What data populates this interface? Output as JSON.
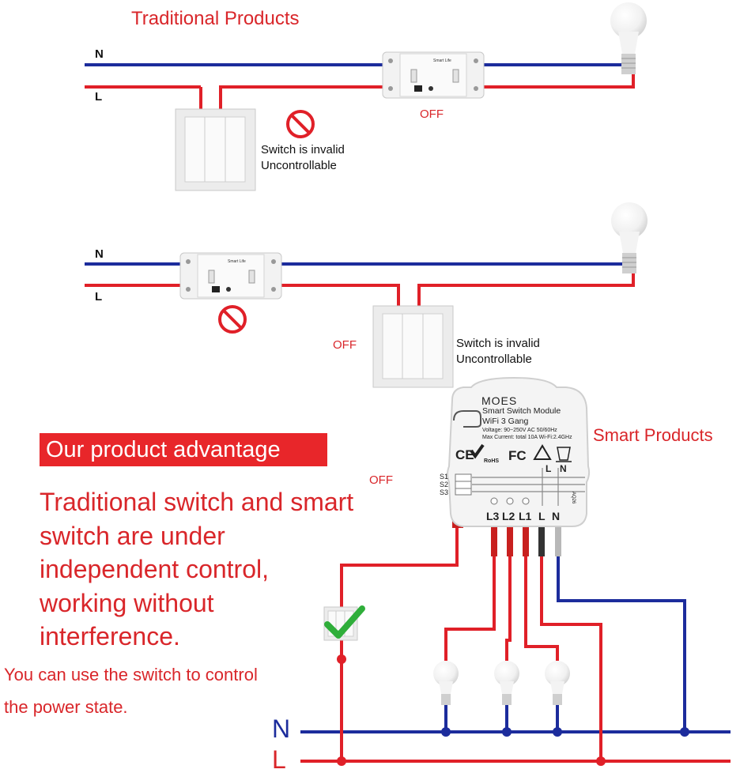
{
  "colors": {
    "neutral": "#1c2c9c",
    "live": "#e02028",
    "accent": "#d9262a",
    "banner": "#e8262a",
    "check": "#2fae3a"
  },
  "traditional": {
    "title": "Traditional Products",
    "diagram1": {
      "n_label": "N",
      "l_label": "L",
      "off_label": "OFF",
      "note_line1": "Switch is invalid",
      "note_line2": "Uncontrollable",
      "relay_brand": "Smart Life"
    },
    "diagram2": {
      "n_label": "N",
      "l_label": "L",
      "off_label": "OFF",
      "note_line1": "Switch is invalid",
      "note_line2": "Uncontrollable",
      "relay_brand": "Smart Life"
    }
  },
  "smart": {
    "title": "Smart Products",
    "off_label": "OFF",
    "module": {
      "brand": "MOES",
      "name_line1": "Smart Switch Module",
      "name_line2": "WiFi 3 Gang",
      "voltage": "Voltage: 90~250V AC 50/60Hz",
      "current": "Max Current: total 10A Wi-Fi:2.4GHz",
      "certs": [
        "CE",
        "RoHS",
        "FC"
      ],
      "top_terminals": [
        "L",
        "N"
      ],
      "switch_inputs": [
        "S1",
        "S2",
        "S3"
      ],
      "terminals": [
        "L3",
        "L2",
        "L1",
        "L",
        "N"
      ],
      "model": "AQ26"
    },
    "bus_n": "N",
    "bus_l": "L"
  },
  "advantage": {
    "banner": "Our product advantage",
    "description": "Traditional switch and smart switch are under independent control, working without interference.",
    "note": "You can use the switch to control the power state."
  }
}
